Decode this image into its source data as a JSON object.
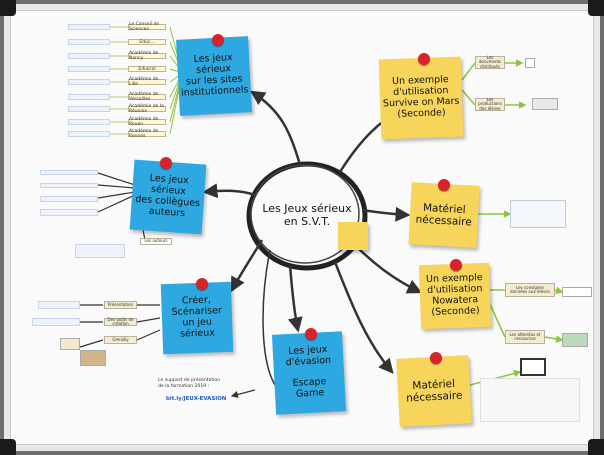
{
  "center": {
    "title": "Les Jeux sérieux\nen S.V.T."
  },
  "notes": {
    "institutional": "Les jeux\nsérieux\nsur les sites\ninstitutionnels",
    "colleagues": "Les jeux\nsérieux\ndes collègues\nauteurs",
    "create": "Créer,\nScénariser\nun jeu\nsérieux",
    "escape": "Les jeux\nd'évasion\n\nEscape\nGame",
    "mars": "Un exemple\nd'utilisation\nSurvive on Mars\n(Seconde)",
    "material1": "Matériel\nnécessaire",
    "nowatera": "Un exemple\nd'utilisation\nNowatera\n(Seconde)",
    "material2": "Matériel\nnécessaire"
  },
  "tags": {
    "docs": "Les documents\ndistribués",
    "productions": "Les productions\ndes élèves",
    "consignes": "Les consignes\ndonnées aux élèves",
    "attendus": "Les attendus\net ressources",
    "auteurs": "Les auteurs",
    "presentation": "Présentation",
    "outils": "Des outils de création",
    "genially": "Genially"
  },
  "escape": {
    "text": "Le support de présentation\nde la formation 2019 :",
    "link": "bit.ly/JEUX-EVASION"
  },
  "institutional_buttons": [
    "Le Conseil de Sciences",
    "Educ...",
    "Académie de Nancy",
    "Eduscol",
    "Académie de Lille",
    "Académie de Versailles",
    "Académie de la Réunion",
    "Académie de Rouen",
    "Académie de Rennes"
  ],
  "colors": {
    "blue_note": "#2ea8e0",
    "yellow_note": "#f6d55a",
    "pin": "#d8232a",
    "green_line": "#8cc63f",
    "dark_line": "#333333"
  }
}
